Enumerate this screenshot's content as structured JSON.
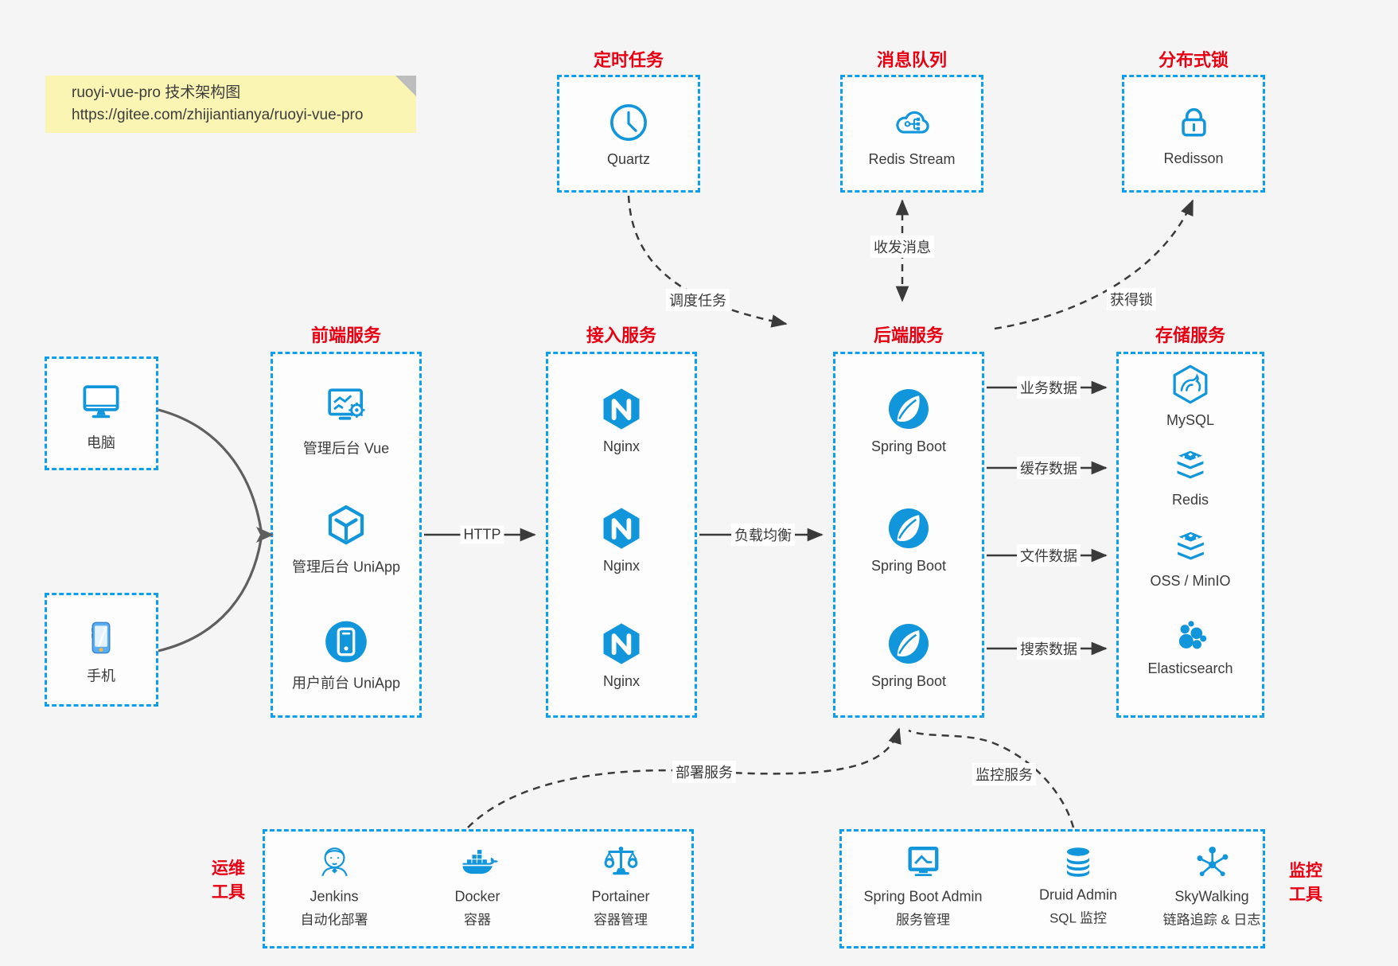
{
  "note": {
    "line1": "ruoyi-vue-pro 技术架构图",
    "line2": "https://gitee.com/zhijiantianya/ruoyi-vue-pro"
  },
  "colors": {
    "accent_blue": "#1296db",
    "border_blue": "#0e9ef0",
    "title_red": "#e60012",
    "arrow_dark": "#3a3a3a",
    "note_bg": "#fbf5b3",
    "canvas_bg": "#f5f5f6"
  },
  "clients": {
    "pc_label": "电脑",
    "phone_label": "手机"
  },
  "top_groups": {
    "scheduler": {
      "title": "定时任务",
      "item": "Quartz"
    },
    "mq": {
      "title": "消息队列",
      "item": "Redis Stream"
    },
    "lock": {
      "title": "分布式锁",
      "item": "Redisson"
    }
  },
  "columns": {
    "frontend": {
      "title": "前端服务",
      "items": [
        {
          "label": "管理后台 Vue"
        },
        {
          "label": "管理后台 UniApp"
        },
        {
          "label": "用户前台 UniApp"
        }
      ]
    },
    "gateway": {
      "title": "接入服务",
      "items": [
        {
          "label": "Nginx"
        },
        {
          "label": "Nginx"
        },
        {
          "label": "Nginx"
        }
      ]
    },
    "backend": {
      "title": "后端服务",
      "items": [
        {
          "label": "Spring Boot"
        },
        {
          "label": "Spring Boot"
        },
        {
          "label": "Spring Boot"
        }
      ]
    },
    "storage": {
      "title": "存储服务",
      "items": [
        {
          "label": "MySQL"
        },
        {
          "label": "Redis"
        },
        {
          "label": "OSS / MinIO"
        },
        {
          "label": "Elasticsearch"
        }
      ]
    }
  },
  "bottom_groups": {
    "devops": {
      "title_line1": "运维",
      "title_line2": "工具",
      "items": [
        {
          "name": "Jenkins",
          "desc": "自动化部署"
        },
        {
          "name": "Docker",
          "desc": "容器"
        },
        {
          "name": "Portainer",
          "desc": "容器管理"
        }
      ]
    },
    "monitoring": {
      "title_line1": "监控",
      "title_line2": "工具",
      "items": [
        {
          "name": "Spring Boot Admin",
          "desc": "服务管理"
        },
        {
          "name": "Druid Admin",
          "desc": "SQL 监控"
        },
        {
          "name": "SkyWalking",
          "desc": "链路追踪 & 日志"
        }
      ]
    }
  },
  "edge_labels": {
    "http": "HTTP",
    "load_balance": "负载均衡",
    "biz_data": "业务数据",
    "cache_data": "缓存数据",
    "file_data": "文件数据",
    "search_data": "搜索数据",
    "schedule": "调度任务",
    "message": "收发消息",
    "acquire_lock": "获得锁",
    "deploy": "部署服务",
    "monitor": "监控服务"
  }
}
